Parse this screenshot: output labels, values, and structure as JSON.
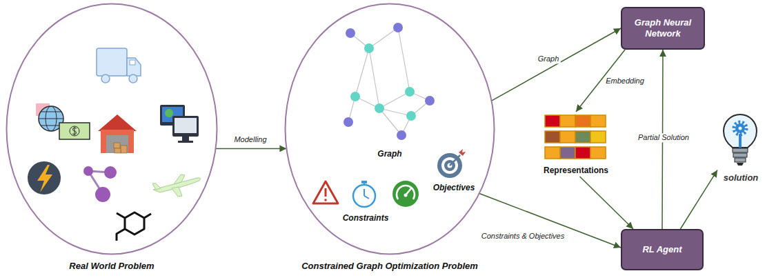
{
  "diagram": {
    "nodes": [
      {
        "text": [
          "Real World Problem"
        ]
      },
      {
        "text": [
          "Graph",
          "Objectives",
          "Constraints",
          "Constrained Graph Optimization Problem"
        ]
      },
      {
        "text": [
          "Graph Neural Network"
        ]
      },
      {
        "text": [
          "Representations"
        ]
      },
      {
        "text": [
          "RL Agent"
        ]
      },
      {
        "text": [
          "solution"
        ]
      }
    ],
    "edges": [
      {
        "from": 0,
        "to": 1,
        "label": "Modelling",
        "arrow": "to"
      },
      {
        "from": 1,
        "to": 2,
        "label": "Graph",
        "arrow": "to"
      },
      {
        "from": 2,
        "to": 3,
        "label": "Embedding",
        "arrow": "to"
      },
      {
        "from": 3,
        "to": 4,
        "arrow": "to"
      },
      {
        "from": 1,
        "to": 4,
        "label": "Constraints & Objectives",
        "arrow": "to"
      },
      {
        "from": 4,
        "to": 2,
        "label": "Partial Solution",
        "arrow": "to"
      },
      {
        "from": 4,
        "to": 5,
        "arrow": "to"
      }
    ]
  }
}
